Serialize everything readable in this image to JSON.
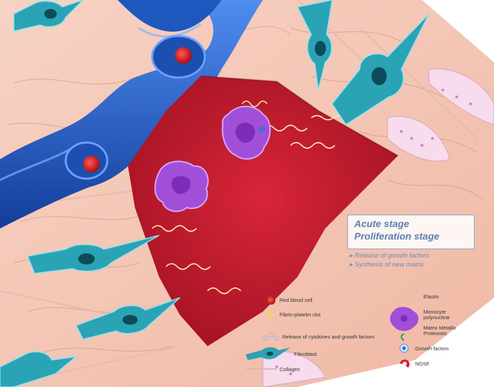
{
  "stages": {
    "acute": "Acute stage",
    "proliferation": "Proliferation stage"
  },
  "bullets": [
    "Release of growth factors",
    "Synthesis of new matrix"
  ],
  "legend": {
    "red_blood_cell": "Red blood cell",
    "fibrin_platelet": "Fibrin-platelet clot",
    "cytokines": "Release of cytokines and growth factors",
    "fibroblast": "Fibroblast",
    "collagen": "Collagen",
    "elastin": "Elastin",
    "monocyte": "Monocyte\npolynuclear",
    "mmp": "Matrix Metallo\nProteases",
    "growth_factors": "Growth factors",
    "nosf": "NOSF"
  },
  "colors": {
    "skin": "#f3c4b3",
    "vessel": "#2a67c9",
    "clot": "#c0182b",
    "fibroblast": "#2aa3b5",
    "monocyte": "#a04fd8",
    "stage_text": "#5a7fb0"
  }
}
